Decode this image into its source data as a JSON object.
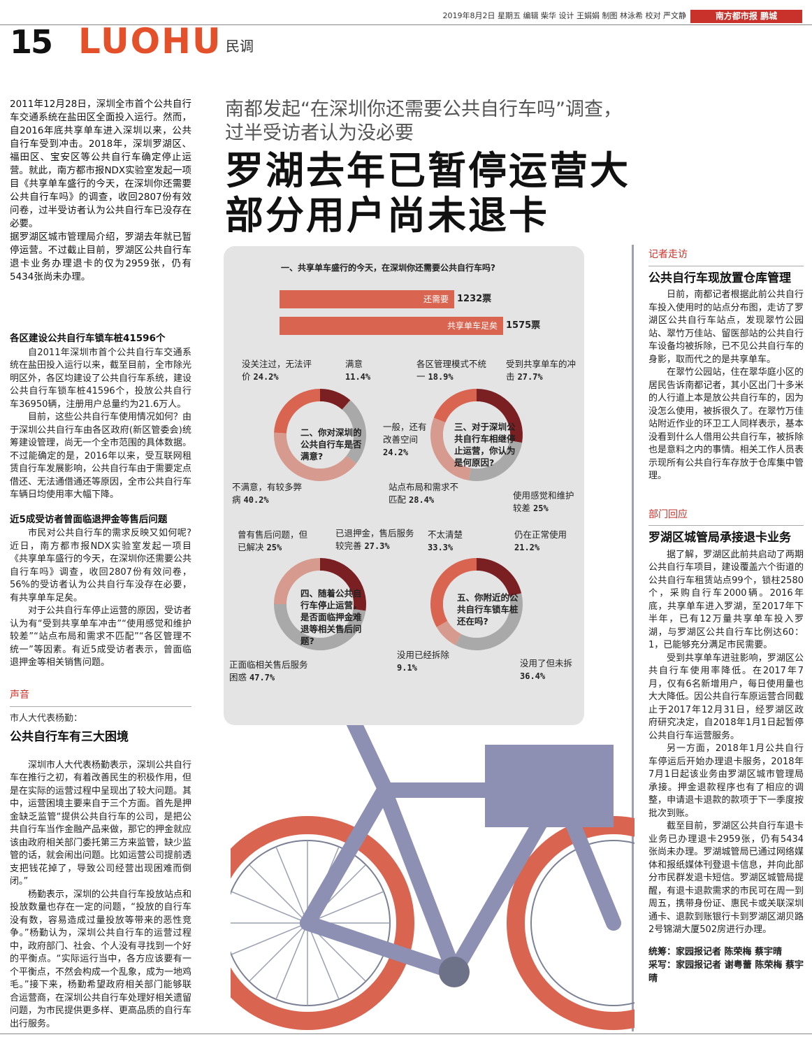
{
  "header": {
    "credits": "2019年8月2日  星期五  编辑 柴华  设计 王娟娟  制图 林泳希  校对 严文静",
    "masthead": "南方都市报 鹏城",
    "page_number": "15",
    "section": "LUOHU",
    "section_sub": "民调"
  },
  "article": {
    "subheadline": "南都发起“在深圳你还需要公共自行车吗”调查，过半受访者认为没必要",
    "headline": "罗湖去年已暂停运营大部分用户尚未退卡",
    "lead_1": "2011年12月28日，深圳全市首个公共自行车交通系统在盐田区全面投入运行。然而，自2016年底共享单车进入深圳以来，公共自行车受到冲击。2018年，深圳罗湖区、福田区、宝安区等公共自行车确定停止运营。就此，南方都市报NDX实验室发起一项目《共享单车盛行的今天，在深圳你还需要公共自行车吗》的调查，收回2807份有效问卷，过半受访者认为公共自行车已没存在必要。",
    "lead_2": "据罗湖区城市管理局介绍，罗湖去年就已暂停运营。不过截止目前，罗湖区公共自行车退卡业务办理退卡的仅为2959张，仍有5434张尚未办理。",
    "sub1_title": "各区建设公共自行车锁车桩41596个",
    "sub1_p1": "自2011年深圳市首个公共自行车交通系统在盐田投入运行以来，截至目前，全市除光明区外，各区均建设了公共自行车系统，建设公共自行车锁车桩41596个，投放公共自行车36950辆，注册用户总量约为21.6万人。",
    "sub1_p2": "目前，这些公共自行车使用情况如何？由于深圳公共自行车由各区政府(新区管委会)统筹建设管理，尚无一个全市范围的具体数据。不过能确定的是，2016年以来，受互联网租赁自行车发展影响，公共自行车由于需要定点借还、无法通借通还等原因，全市公共自行车车辆日均使用率大幅下降。",
    "sub2_title": "近5成受访者曾面临退押金等售后问题",
    "sub2_p1": "市民对公共自行车的需求反映又如何呢?近日，南方都市报NDX实验室发起一项目《共享单车盛行的今天，在深圳你还需要公共自行车吗》调查，收回2807份有效问卷，56%的受访者认为公共自行车没存在必要，有共享单车足矣。",
    "sub2_p2": "对于公共自行车停止运营的原因，受访者认为有“受到共享单车冲击”“使用感觉和维护较差”“站点布局和需求不匹配”“各区管理不统一”等因素。有近5成受访者表示，曾面临退押金等相关销售问题。"
  },
  "voice": {
    "tag": "声音",
    "byline": "市人大代表杨勤：",
    "title": "公共自行车有三大困境",
    "p1": "深圳市人大代表杨勤表示，深圳公共自行车在推行之初，有着改善民生的积极作用，但是在实际的运营过程中呈现出了较大问题。其中，运营困境主要来自于三个方面。首先是押金缺乏监管“提供公共自行车的公司，是把公共自行车当作金融产品来做，那它的押金就应该由政府相关部门委托第三方来监管，缺少监管的话，就会闹出问题。比如运营公司提前透支把钱花掉了，导致公司经营出现困难而倒闭。”",
    "p2": "杨勤表示，深圳的公共自行车投放站点和投放数量也存在一定的问题，“投放的自行车没有数，容易造成过量投放等带来的恶性竞争。”杨勤认为，深圳公共自行车的运营过程中，政府部门、社会、个人没有寻找到一个好的平衡点。“实际运行当中，各方应该要有一个平衡点，不然会构成一个乱象，成为一地鸡毛。”接下来，杨勤希望政府相关部门能够联合运营商，在深圳公共自行车处理好相关遗留问题，为市民提供更多样、更高品质的自行车出行服务。"
  },
  "reporter": {
    "tag": "记者走访",
    "title": "公共自行车现放置仓库管理",
    "p1": "日前，南都记者根据此前公共自行车投入使用时的站点分布图，走访了罗湖区公共自行车站点，发现翠竹公园站、翠竹万佳站、留医部站的公共自行车设备均被拆除，已不见公共自行车的身影，取而代之的是共享单车。",
    "p2": "在翠竹公园站，住在翠华庭小区的居民告诉南都记者，其小区出门十多米的人行道上本是放公共自行车的，因为没怎么使用，被拆很久了。在翠竹万佳站附近作业的环卫工人同样表示，基本没看到什么人借用公共自行车，被拆除也是意料之内的事情。相关工作人员表示现所有公共自行车存放于仓库集中管理。"
  },
  "dept": {
    "tag": "部门回应",
    "title": "罗湖区城管局承接退卡业务",
    "p1": "据了解，罗湖区此前共启动了两期公共自行车项目，建设覆盖六个街道的公共自行车租赁站点99个，锁柱2580个，采购自行车2000辆。2016年底，共享单车进入罗湖，至2017年下半年，已有12万量共享单车投入罗湖，与罗湖区公共自行车比例达60：1，已能够充分满足市民需要。",
    "p2": "受到共享单车进驻影响，罗湖区公共自行车使用率降低。在2017年7月，仅有6名新增用户，每日使用量也大大降低。因公共自行车原运营合同截止于2017年12月31日，经罗湖区政府研究决定，自2018年1月1日起暂停公共自行车运营服务。",
    "p3": "另一方面，2018年1月公共自行车停运后开始办理退卡服务，2018年7月1日起该业务由罗湖区城市管理局承接。押金退款程序也有了相应的调整，申请退卡退款的款项于下一季度按批次到账。",
    "p4": "截至目前，罗湖区公共自行车退卡业务已办理退卡2959张，仍有5434张尚未办理。罗湖城管局已通过网络媒体和报纸媒体刊登退卡信息，并向此部分市民群发退卡短信。罗湖区城管局提醒，有退卡退款需求的市民可在周一到周五，携带身份证、惠民卡或关联深圳通卡、退款到账银行卡到罗湖区湖贝路2号锦湖大厦502房进行办理。",
    "credit1": "统筹：家园报记者  陈荣梅  蔡宇晴",
    "credit2": "采写：家园报记者  谢粤蕾  陈荣梅  蔡宇晴"
  },
  "chart_data": [
    {
      "type": "bar",
      "title": "一、共享单车盛行的今天，在深圳你还需要公共自行车吗?",
      "categories": [
        "还需要",
        "共享单车足矣"
      ],
      "values": [
        1232,
        1575
      ],
      "value_labels": [
        "1232票",
        "1575票"
      ]
    },
    {
      "type": "pie",
      "title": "二、你对深圳的公共自行车是否满意?",
      "labels": [
        "满意",
        "一般，还有改善空间",
        "不满意，有较多弊病",
        "没关注过，无法评价"
      ],
      "values": [
        11.4,
        24.2,
        40.2,
        24.2
      ],
      "value_labels": [
        "11.4%",
        "24.2%",
        "40.2%",
        "24.2%"
      ]
    },
    {
      "type": "pie",
      "title": "三、对于深圳公共自行车相继停止运营，你认为是何原因?",
      "labels": [
        "受到共享单车的冲击",
        "使用感觉和维护较差",
        "站点布局和需求不匹配",
        "各区管理模式不统一"
      ],
      "values": [
        27.7,
        25,
        28.4,
        18.9
      ],
      "value_labels": [
        "27.7%",
        "25%",
        "28.4%",
        "18.9%"
      ]
    },
    {
      "type": "pie",
      "title": "四、随着公共自行车停止运营，是否面临押金难退等相关售后问题?",
      "labels": [
        "已退押金，售后服务较完善",
        "正面临相关售后服务困惑",
        "曾有售后问题，但已解决"
      ],
      "values": [
        27.3,
        47.7,
        25
      ],
      "value_labels": [
        "27.3%",
        "47.7%",
        "25%"
      ]
    },
    {
      "type": "pie",
      "title": "五、你附近的公共自行车锁车桩还在吗?",
      "labels": [
        "仍在正常使用",
        "没用了但未拆",
        "没用已经拆除",
        "不太清楚"
      ],
      "values": [
        21.2,
        36.4,
        9.1,
        33.3
      ],
      "value_labels": [
        "21.2%",
        "36.4%",
        "9.1%",
        "33.3%"
      ]
    }
  ],
  "colors": {
    "accent": "#e4502a",
    "slices": [
      "#7a1f22",
      "#a9a9a9",
      "#d69a8f",
      "#d96450"
    ]
  }
}
